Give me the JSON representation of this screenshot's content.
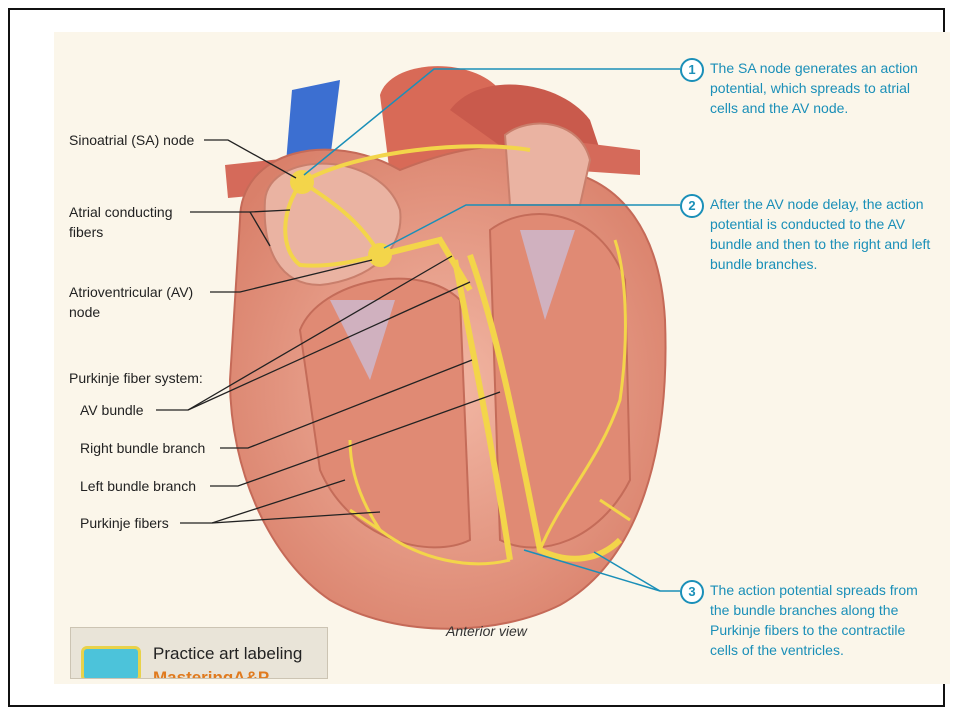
{
  "labels": {
    "sa_node": "Sinoatrial (SA) node",
    "atrial_fibers": "Atrial conducting fibers",
    "av_node": "Atrioventricular (AV) node",
    "purkinje_system": "Purkinje fiber system:",
    "av_bundle": "AV bundle",
    "right_branch": "Right bundle branch",
    "left_branch": "Left bundle branch",
    "purkinje_fibers": "Purkinje fibers"
  },
  "steps": [
    {
      "num": "1",
      "text": "The SA node generates an action potential, which spreads to atrial cells and the AV node."
    },
    {
      "num": "2",
      "text": "After the AV node delay, the action potential is conducted to the AV bundle and then to the right and left bundle branches."
    },
    {
      "num": "3",
      "text": "The action potential spreads from the bundle branches along the Purkinje fibers to the contractile cells of the ventricles."
    }
  ],
  "view_caption": "Anterior view",
  "practice": {
    "label": "Practice art labeling",
    "sub": "MasteringA&P"
  },
  "colors": {
    "callout": "#1a8fb8",
    "conduction": "#f3d54a",
    "myocardium": "#e79a86",
    "vessel_blue": "#3c6fd1"
  }
}
